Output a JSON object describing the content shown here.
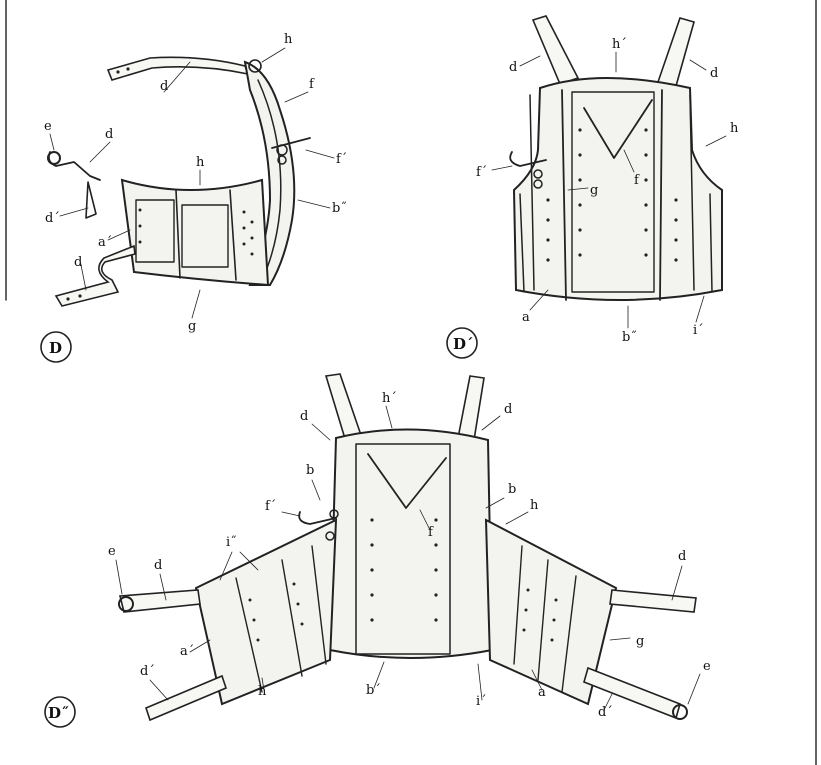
{
  "figures": [
    {
      "id": "D",
      "caption": "D",
      "labels": [
        "h",
        "d",
        "f",
        "e",
        "d",
        "f´",
        "d´",
        "h",
        "b˝",
        "a´",
        "d",
        "g"
      ]
    },
    {
      "id": "D1",
      "caption": "D´",
      "labels": [
        "h´",
        "d",
        "d",
        "h",
        "f´",
        "f",
        "g",
        "a",
        "b˝",
        "i´"
      ]
    },
    {
      "id": "D2",
      "caption": "D˝",
      "labels": [
        "h´",
        "d",
        "d",
        "b",
        "b",
        "h",
        "f´",
        "f",
        "i˝",
        "e",
        "d",
        "d",
        "a´",
        "g",
        "d´",
        "h",
        "b´",
        "i´",
        "a",
        "e",
        "d´"
      ]
    }
  ],
  "colors": {
    "ink": "#222222",
    "paper": "#ffffff",
    "fill": "#f3f3f0"
  }
}
